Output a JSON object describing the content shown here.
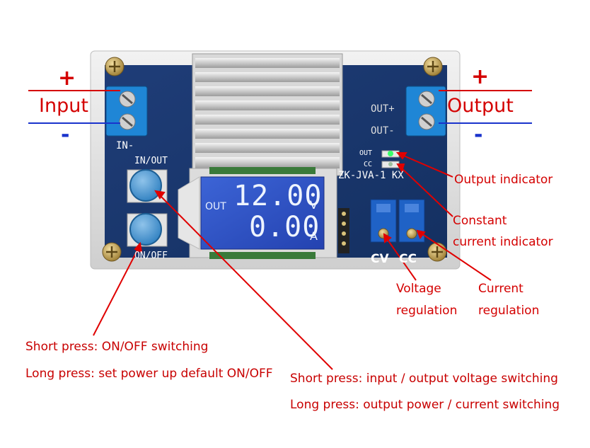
{
  "terminals": {
    "input_plus": "+",
    "input_label": "Input",
    "input_minus": "-",
    "output_plus": "+",
    "output_label": "Output",
    "output_minus": "-"
  },
  "board": {
    "in_minus": "IN-",
    "in_out": "IN/OUT",
    "on_off": "ON/OFF",
    "out_plus": "OUT+",
    "out_minus": "OUT-",
    "led_out": "OUT",
    "led_cc": "CC",
    "model": "ZK-JVA-1 KX",
    "cv": "CV",
    "cc": "CC"
  },
  "lcd": {
    "mode": "OUT",
    "voltage": "12.00",
    "voltage_unit": "V",
    "current": "0.00",
    "current_unit": "A"
  },
  "callouts": {
    "output_indicator": "Output indicator",
    "constant_current_1": "Constant",
    "constant_current_2": "current indicator",
    "voltage_regulation_1": "Voltage",
    "voltage_regulation_2": "regulation",
    "current_regulation_1": "Current",
    "current_regulation_2": "regulation"
  },
  "notes": {
    "on_off_short": "Short press: ON/OFF switching",
    "on_off_long": "Long press: set power up default ON/OFF",
    "in_out_short": "Short press: input / output voltage switching",
    "in_out_long": "Long press: output power / current switching"
  },
  "colors": {
    "annotation_red": "#d40000",
    "negative_blue": "#1a33cc",
    "pcb_blue": "#1f3d78",
    "lcd_blue": "#3c64d6",
    "terminal_blue": "#1f86d6"
  }
}
